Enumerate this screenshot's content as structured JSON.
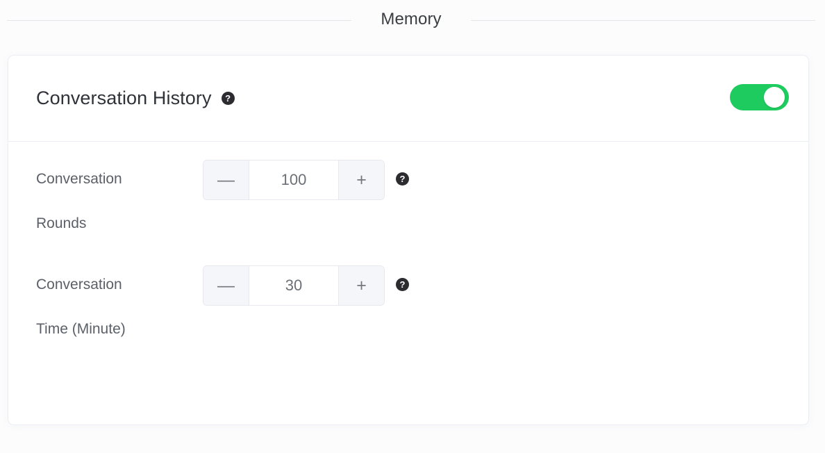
{
  "section": {
    "title": "Memory"
  },
  "card": {
    "title": "Conversation History",
    "title_help_icon": "question-mark-help-icon",
    "toggle": {
      "state": "on",
      "color_on": "#1ecb5e",
      "knob_color": "#ffffff"
    },
    "fields": [
      {
        "label_line1": "Conversation",
        "label_line2": "Rounds",
        "value": "100",
        "decrement_label": "—",
        "increment_label": "+",
        "help_icon": "question-mark-help-icon"
      },
      {
        "label_line1": "Conversation",
        "label_line2": "Time (Minute)",
        "value": "30",
        "decrement_label": "—",
        "increment_label": "+",
        "help_icon": "question-mark-help-icon"
      }
    ]
  },
  "colors": {
    "page_background": "#fcfcfd",
    "card_background": "#ffffff",
    "border": "#eceef3",
    "accent_green": "#1ecb5e",
    "label_text": "#5b6068",
    "title_text": "#2f3238",
    "stepper_button_bg": "#f5f6fa",
    "help_icon_bg": "#2c2c30"
  }
}
